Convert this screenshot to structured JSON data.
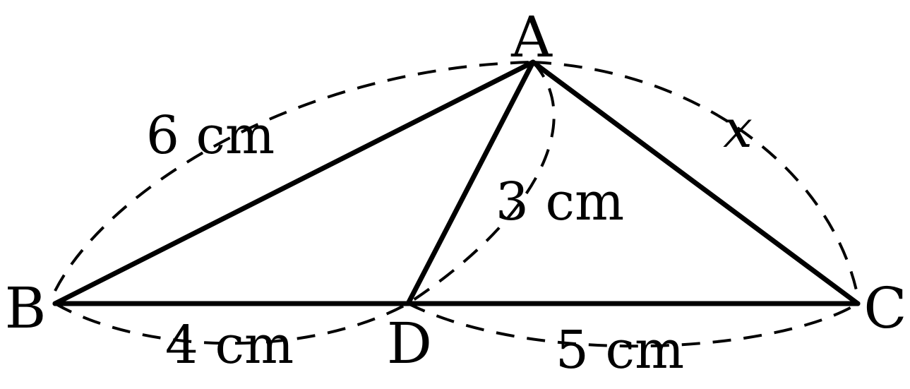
{
  "diagram": {
    "vertices": {
      "A": "A",
      "B": "B",
      "C": "C",
      "D": "D"
    },
    "measures": {
      "AB": "6 cm",
      "AD": "3 cm",
      "BD": "4 cm",
      "DC": "5 cm",
      "AC": "x"
    },
    "segments": [
      "AB",
      "AC",
      "AD",
      "BC"
    ]
  }
}
